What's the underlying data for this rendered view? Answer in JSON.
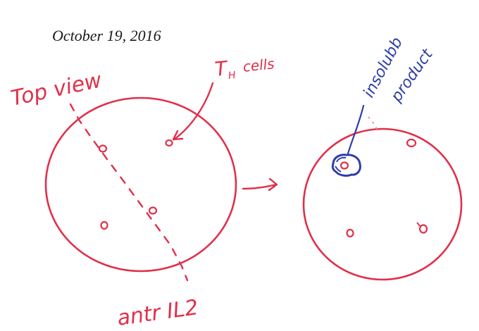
{
  "header": {
    "date": "October 19, 2016"
  },
  "labels": {
    "top_view": "Top view",
    "th_cells": "T",
    "th_subscript": "H",
    "th_cells_suffix": "cells",
    "insoluble_line1": "insolubb",
    "insoluble_line2": "product",
    "anti_il2": "antr IL2"
  },
  "colors": {
    "red_ink": "#e0304a",
    "blue_ink": "#2f3fa8",
    "text": "#1a1a1a"
  }
}
